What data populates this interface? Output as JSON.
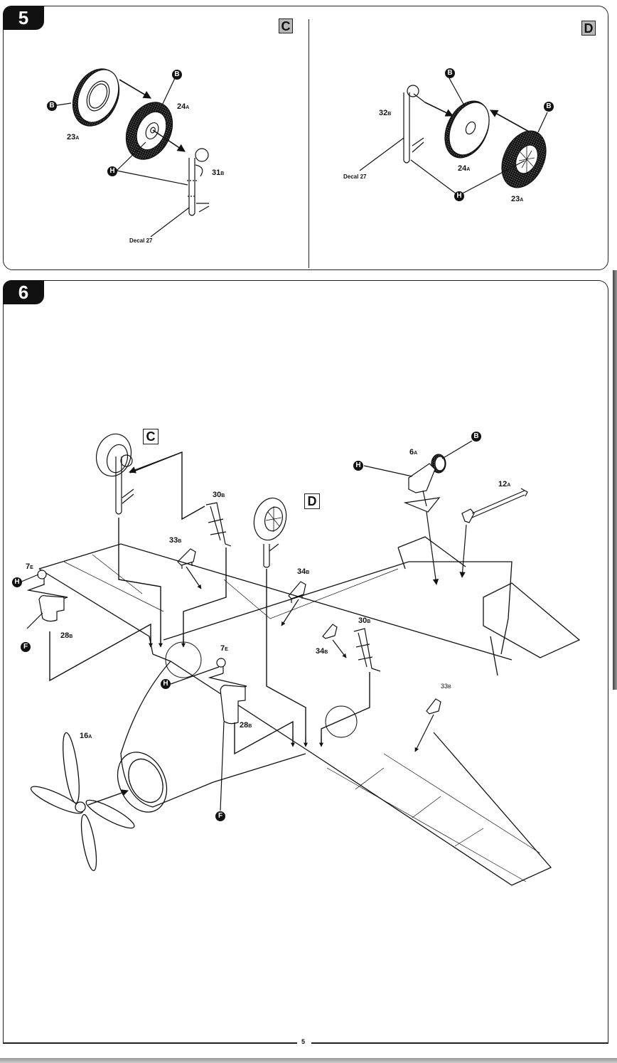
{
  "page": {
    "number": "5"
  },
  "steps": [
    {
      "number": "5",
      "variants": [
        {
          "label": "C",
          "parts": [
            {
              "num": "23",
              "sprue": "A"
            },
            {
              "num": "24",
              "sprue": "A"
            },
            {
              "num": "31",
              "sprue": "B"
            }
          ],
          "callouts": [
            "B",
            "B",
            "H"
          ],
          "decal": "Decal 27"
        },
        {
          "label": "D",
          "parts": [
            {
              "num": "32",
              "sprue": "B"
            },
            {
              "num": "24",
              "sprue": "A"
            },
            {
              "num": "23",
              "sprue": "A"
            }
          ],
          "callouts": [
            "B",
            "B",
            "H"
          ],
          "decal": "Decal 27"
        }
      ]
    },
    {
      "number": "6",
      "sub_labels": [
        "C",
        "D"
      ],
      "parts": [
        {
          "num": "30",
          "sprue": "B"
        },
        {
          "num": "33",
          "sprue": "B"
        },
        {
          "num": "7",
          "sprue": "E"
        },
        {
          "num": "28",
          "sprue": "B"
        },
        {
          "num": "34",
          "sprue": "B"
        },
        {
          "num": "34",
          "sprue": "B"
        },
        {
          "num": "30",
          "sprue": "B"
        },
        {
          "num": "7",
          "sprue": "E"
        },
        {
          "num": "28",
          "sprue": "B"
        },
        {
          "num": "16",
          "sprue": "A"
        },
        {
          "num": "6",
          "sprue": "A"
        },
        {
          "num": "12",
          "sprue": "A"
        },
        {
          "num": "33",
          "sprue": "B"
        }
      ],
      "callouts": [
        "H",
        "F",
        "H",
        "F",
        "H",
        "B"
      ]
    }
  ]
}
